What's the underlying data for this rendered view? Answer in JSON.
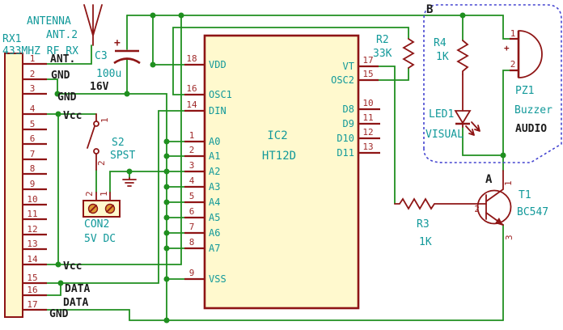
{
  "colors": {
    "wire": "#1f8f1f",
    "dred": "#8e1515",
    "pinnum": "#a02a2a",
    "teal": "#12999a",
    "blk": "#1c1c1c",
    "body": "#fff9ce",
    "blue": "#4444d0",
    "orange": "#dd9933"
  },
  "antenna": {
    "name": "ANTENNA",
    "ref": "ANT.2"
  },
  "rx": {
    "ref": "RX1",
    "desc": "433MHZ RF RX",
    "pins": [
      {
        "num": "1",
        "label": "ANT."
      },
      {
        "num": "2",
        "label": "GND"
      },
      {
        "num": "3",
        "label": "GND"
      },
      {
        "num": "4",
        "label": "Vcc"
      },
      {
        "num": "5",
        "label": ""
      },
      {
        "num": "6",
        "label": ""
      },
      {
        "num": "7",
        "label": ""
      },
      {
        "num": "8",
        "label": ""
      },
      {
        "num": "9",
        "label": ""
      },
      {
        "num": "10",
        "label": ""
      },
      {
        "num": "11",
        "label": ""
      },
      {
        "num": "12",
        "label": ""
      },
      {
        "num": "13",
        "label": ""
      },
      {
        "num": "14",
        "label": "Vcc"
      },
      {
        "num": "15",
        "label": "DATA"
      },
      {
        "num": "16",
        "label": "DATA"
      },
      {
        "num": "17",
        "label": "GND"
      }
    ]
  },
  "c3": {
    "ref": "C3",
    "value": "100u",
    "voltage": "16V",
    "polarity": "+"
  },
  "s2": {
    "ref": "S2",
    "type": "SPST",
    "pin1": "1",
    "pin2": "2"
  },
  "con2": {
    "ref": "CON2",
    "value": "5V DC",
    "pin1": "1",
    "pin2": "2"
  },
  "ic2": {
    "ref": "IC2",
    "part": "HT12D",
    "left_pins": [
      {
        "num": "18",
        "name": "VDD"
      },
      {
        "num": "16",
        "name": "OSC1"
      },
      {
        "num": "14",
        "name": "DIN"
      },
      {
        "num": "1",
        "name": "A0"
      },
      {
        "num": "2",
        "name": "A1"
      },
      {
        "num": "3",
        "name": "A2"
      },
      {
        "num": "4",
        "name": "A3"
      },
      {
        "num": "5",
        "name": "A4"
      },
      {
        "num": "6",
        "name": "A5"
      },
      {
        "num": "7",
        "name": "A6"
      },
      {
        "num": "8",
        "name": "A7"
      },
      {
        "num": "9",
        "name": "VSS"
      }
    ],
    "right_pins": [
      {
        "num": "17",
        "name": "VT"
      },
      {
        "num": "15",
        "name": "OSC2"
      },
      {
        "num": "10",
        "name": "D8"
      },
      {
        "num": "11",
        "name": "D9"
      },
      {
        "num": "12",
        "name": "D10"
      },
      {
        "num": "13",
        "name": "D11"
      }
    ]
  },
  "r2": {
    "ref": "R2",
    "value": "33K"
  },
  "r3": {
    "ref": "R3",
    "value": "1K"
  },
  "r4": {
    "ref": "R4",
    "value": "1K"
  },
  "led1": {
    "ref": "LED1",
    "label": "VISUAL"
  },
  "pz1": {
    "ref": "PZ1",
    "type": "Buzzer",
    "audio_label": "AUDIO",
    "pin1": "1",
    "pin2": "2",
    "polarity": "+"
  },
  "t1": {
    "ref": "T1",
    "part": "BC547",
    "pin_collector": "1",
    "pin_base": "2",
    "pin_emitter": "3"
  },
  "net_labels": {
    "a": "A",
    "b": "B"
  }
}
